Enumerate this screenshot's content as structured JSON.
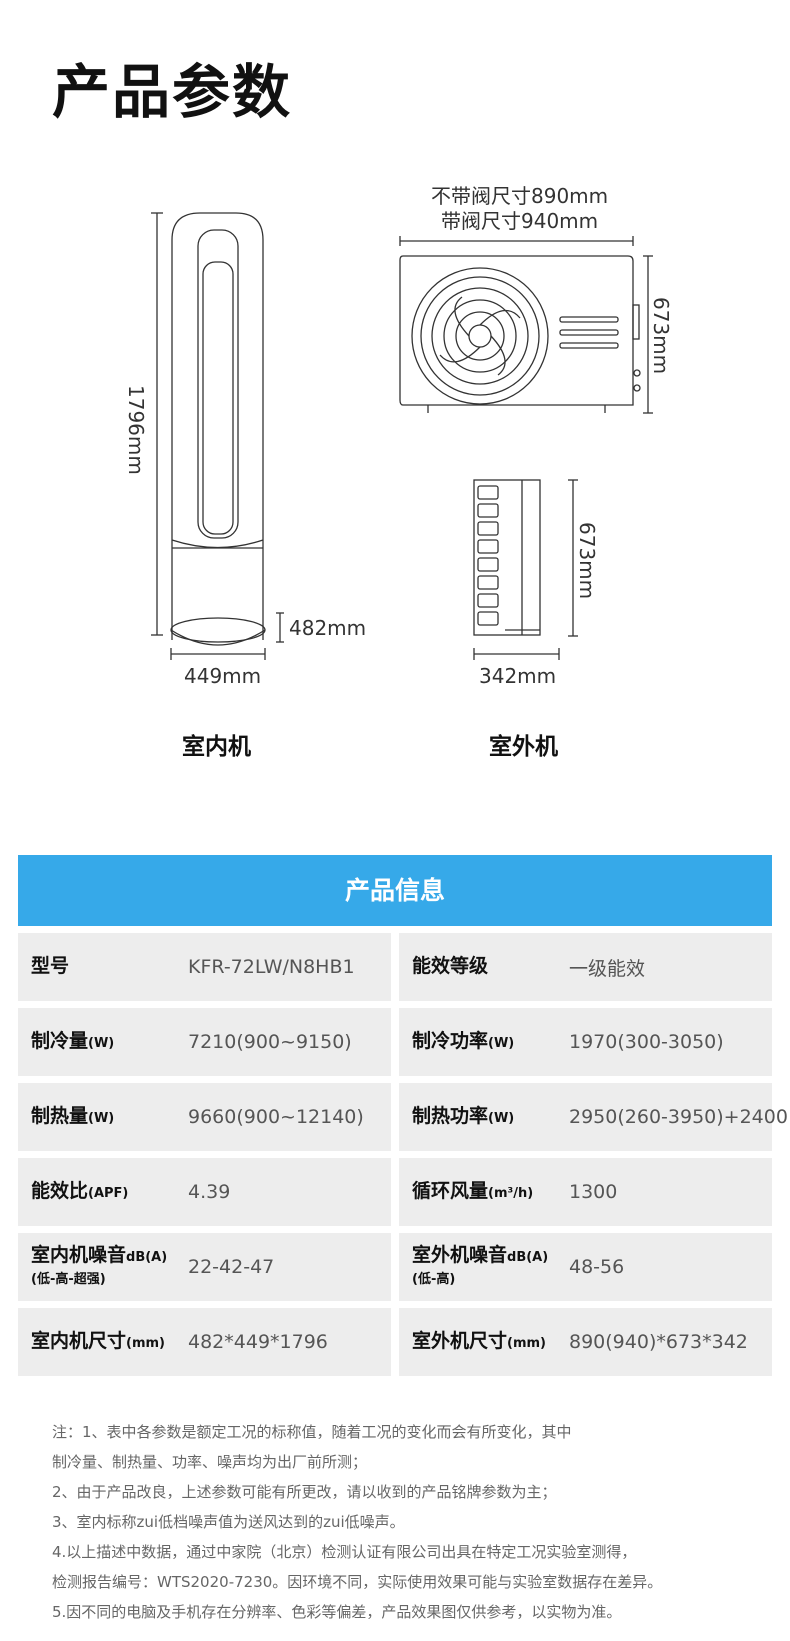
{
  "title": "产品参数",
  "diagram": {
    "indoor_height": "1796mm",
    "indoor_base": "482mm",
    "indoor_width": "449mm",
    "indoor_label": "室内机",
    "outdoor_width_a": "不带阀尺寸890mm",
    "outdoor_width_b": "带阀尺寸940mm",
    "outdoor_height_front": "673mm",
    "outdoor_height_side": "673mm",
    "outdoor_depth": "342mm",
    "outdoor_label": "室外机"
  },
  "banner": "产品信息",
  "rows": [
    {
      "k1": "型号",
      "u1": "",
      "s1": "",
      "v1": "KFR-72LW/N8HB1",
      "k2": "能效等级",
      "u2": "",
      "s2": "",
      "v2": "一级能效"
    },
    {
      "k1": "制冷量",
      "u1": "(W)",
      "s1": "",
      "v1": "7210(900~9150)",
      "k2": "制冷功率",
      "u2": "(W)",
      "s2": "",
      "v2": "1970(300-3050)"
    },
    {
      "k1": "制热量",
      "u1": "(W)",
      "s1": "",
      "v1": "9660(900~12140)",
      "k2": "制热功率",
      "u2": "(W)",
      "s2": "",
      "v2": "2950(260-3950)+2400"
    },
    {
      "k1": "能效比",
      "u1": "(APF)",
      "s1": "",
      "v1": "4.39",
      "k2": "循环风量",
      "u2": "(m³/h)",
      "s2": "",
      "v2": "1300"
    },
    {
      "k1": "室内机噪音",
      "u1": "dB(A)",
      "s1": "(低-高-超强)",
      "v1": "22-42-47",
      "k2": "室外机噪音",
      "u2": "dB(A)",
      "s2": "(低-高)",
      "v2": "48-56"
    },
    {
      "k1": "室内机尺寸",
      "u1": "(mm)",
      "s1": "",
      "v1": "482*449*1796",
      "k2": "室外机尺寸",
      "u2": "(mm)",
      "s2": "",
      "v2": "890(940)*673*342"
    }
  ],
  "notes": [
    "注：1、表中各参数是额定工况的标称值，随着工况的变化而会有所变化，其中",
    "制冷量、制热量、功率、噪声均为出厂前所测；",
    "2、由于产品改良，上述参数可能有所更改，请以收到的产品铭牌参数为主；",
    "3、室内标称zui低档噪声值为送风达到的zui低噪声。",
    "4.以上描述中数据，通过中家院（北京）检测认证有限公司出具在特定工况实验室测得，",
    "检测报告编号：WTS2020-7230。因环境不同，实际使用效果可能与实验室数据存在差异。",
    "5.因不同的电脑及手机存在分辨率、色彩等偏差，产品效果图仅供参考，以实物为准。"
  ]
}
